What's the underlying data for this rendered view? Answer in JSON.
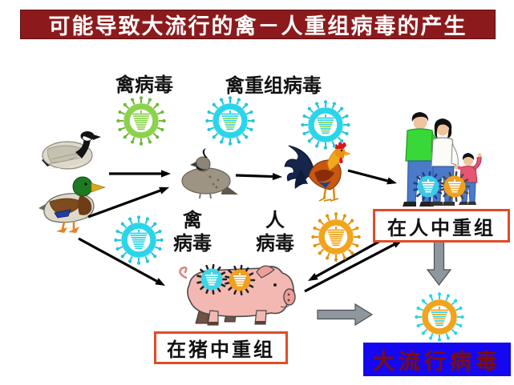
{
  "title": "可能导致大流行的禽－人重组病毒的产生",
  "labels": {
    "avian_virus_top": "禽病毒",
    "avian_reassortant_virus": "禽重组病毒",
    "avian_virus_stack": "禽\n病毒",
    "human_virus_stack": "人\n病毒",
    "reassort_in_humans": "在人中重组",
    "reassort_in_pigs": "在猪中重组",
    "pandemic_virus": "大流行病毒"
  },
  "colors": {
    "banner_bg": "#8c1a1c",
    "banner_text": "#ffffff",
    "box_border": "#e04b28",
    "pandemic_box_bg": "#1508f0",
    "pandemic_box_text": "#7c0d0d",
    "arrow_black": "#000000",
    "arrow_gray": "#8f979e",
    "virus_green": "#8bd24d",
    "virus_cyan": "#2bd5e9",
    "virus_orange": "#f2a41c"
  },
  "viruses": [
    {
      "name": "avian-virus-green",
      "style": "big",
      "ring": "#8bd24d",
      "spike": "#6db93a",
      "stripes": [
        "#8bd24d"
      ]
    },
    {
      "name": "avian-reassortant-virus-1",
      "style": "big",
      "ring": "#2bd5e9",
      "spike": "#22c6dc",
      "stripes": [
        "#2bd5e9",
        "#2bd5e9",
        "#8bd24d",
        "#2bd5e9",
        "#8bd24d",
        "#2bd5e9",
        "#8bd24d",
        "#2bd5e9"
      ]
    },
    {
      "name": "avian-reassortant-virus-2",
      "style": "big",
      "ring": "#2bd5e9",
      "spike": "#22c6dc",
      "stripes": [
        "#2bd5e9",
        "#2bd5e9",
        "#8bd24d",
        "#2bd5e9",
        "#8bd24d",
        "#2bd5e9",
        "#8bd24d",
        "#2bd5e9"
      ]
    },
    {
      "name": "avian-virus-cyan",
      "style": "big",
      "ring": "#2bd5e9",
      "spike": "#22c6dc",
      "stripes": [
        "#2bd5e9"
      ]
    },
    {
      "name": "human-virus-orange",
      "style": "big",
      "ring": "#f2a41c",
      "spike": "#e2940c",
      "stripes": [
        "#f2a41c"
      ]
    },
    {
      "name": "pandemic-virus",
      "style": "big",
      "ring": "#f2a41c",
      "spike": "#2bd5e9",
      "stripes": [
        "#f2a41c",
        "#2bd5e9",
        "#f2a41c",
        "#2bd5e9",
        "#f2a41c",
        "#2bd5e9",
        "#f2a41c",
        "#2bd5e9"
      ]
    },
    {
      "name": "pig-virus-cyan",
      "style": "small",
      "disc": "#3bd6e8",
      "spike": "#222222"
    },
    {
      "name": "pig-virus-orange",
      "style": "small",
      "disc": "#f0a01e",
      "spike": "#222222"
    },
    {
      "name": "human-body-virus-cyan",
      "style": "small",
      "disc": "#3bc9e8",
      "spike": "#1c3f90"
    },
    {
      "name": "human-body-virus-orange",
      "style": "small",
      "disc": "#f0a01e",
      "spike": "#4a4a4a"
    }
  ]
}
